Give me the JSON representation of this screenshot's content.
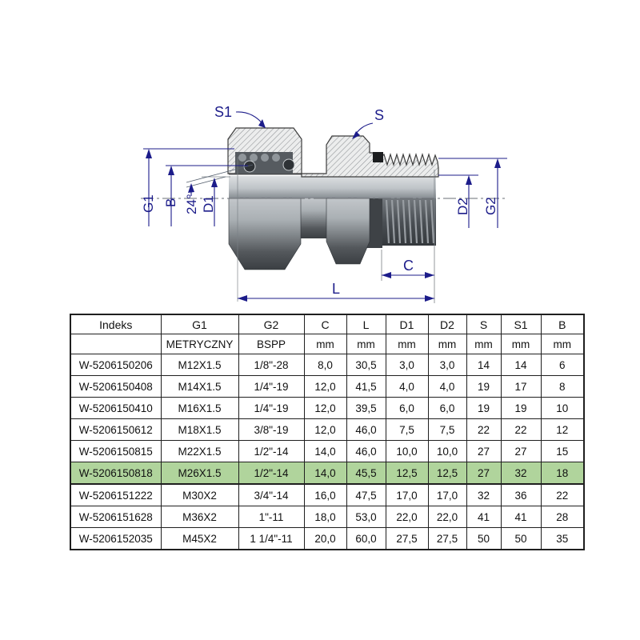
{
  "drawing": {
    "labels": {
      "s1": "S1",
      "s": "S",
      "g1": "G1",
      "b": "B",
      "angle": "24°",
      "d1": "D1",
      "d2": "D2",
      "g2": "G2",
      "c": "C",
      "l": "L"
    },
    "colors": {
      "dimension_text": "#1c1c8a"
    }
  },
  "table": {
    "headers": [
      "Indeks",
      "G1",
      "G2",
      "C",
      "L",
      "D1",
      "D2",
      "S",
      "S1",
      "B"
    ],
    "subheaders": [
      "",
      "METRYCZNY",
      "BSPP",
      "mm",
      "mm",
      "mm",
      "mm",
      "mm",
      "mm",
      "mm"
    ],
    "rows": [
      [
        "W-5206150206",
        "M12X1.5",
        "1/8\"-28",
        "8,0",
        "30,5",
        "3,0",
        "3,0",
        "14",
        "14",
        "6"
      ],
      [
        "W-5206150408",
        "M14X1.5",
        "1/4\"-19",
        "12,0",
        "41,5",
        "4,0",
        "4,0",
        "19",
        "17",
        "8"
      ],
      [
        "W-5206150410",
        "M16X1.5",
        "1/4\"-19",
        "12,0",
        "39,5",
        "6,0",
        "6,0",
        "19",
        "19",
        "10"
      ],
      [
        "W-5206150612",
        "M18X1.5",
        "3/8\"-19",
        "12,0",
        "46,0",
        "7,5",
        "7,5",
        "22",
        "22",
        "12"
      ],
      [
        "W-5206150815",
        "M22X1.5",
        "1/2\"-14",
        "14,0",
        "46,0",
        "10,0",
        "10,0",
        "27",
        "27",
        "15"
      ],
      [
        "W-5206150818",
        "M26X1.5",
        "1/2\"-14",
        "14,0",
        "45,5",
        "12,5",
        "12,5",
        "27",
        "32",
        "18"
      ],
      [
        "W-5206151222",
        "M30X2",
        "3/4\"-14",
        "16,0",
        "47,5",
        "17,0",
        "17,0",
        "32",
        "36",
        "22"
      ],
      [
        "W-5206151628",
        "M36X2",
        "1\"-11",
        "18,0",
        "53,0",
        "22,0",
        "22,0",
        "41",
        "41",
        "28"
      ],
      [
        "W-5206152035",
        "M45X2",
        "1 1/4\"-11",
        "20,0",
        "60,0",
        "27,5",
        "27,5",
        "50",
        "50",
        "35"
      ]
    ],
    "highlighted_row_index": 5,
    "highlight_color": "#b0d49c"
  }
}
